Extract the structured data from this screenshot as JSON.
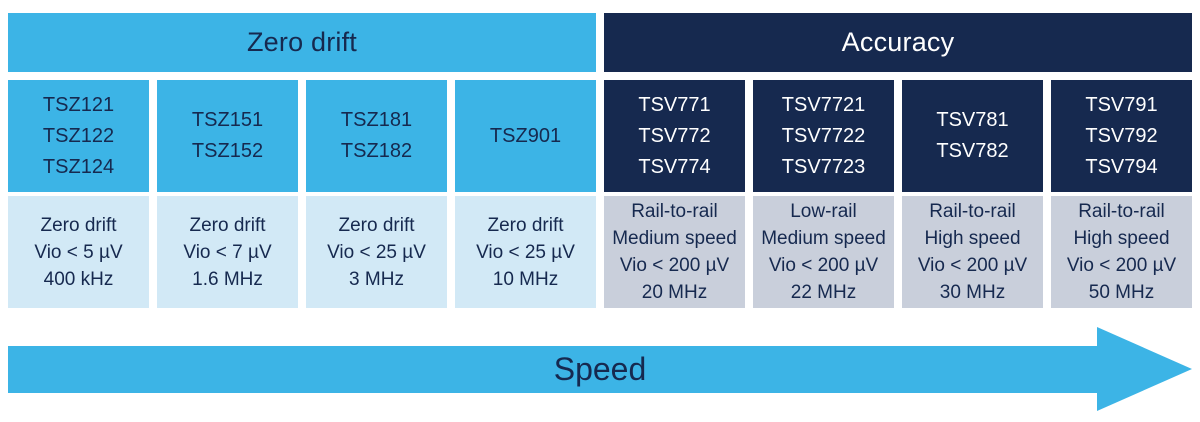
{
  "colors": {
    "cyan": "#3CB4E6",
    "navy": "#16294F",
    "lightblue": "#D2E9F6",
    "gray": "#C9CFDB",
    "text-navy": "#16294F",
    "text-white": "#FFFFFF",
    "page-bg": "#FFFFFF"
  },
  "headers": {
    "zero_drift": "Zero drift",
    "accuracy": "Accuracy"
  },
  "columns": [
    {
      "group": "zero_drift",
      "parts": [
        "TSZ121",
        "TSZ122",
        "TSZ124"
      ],
      "specs": [
        "Zero drift",
        "Vio < 5 µV",
        "400 kHz"
      ]
    },
    {
      "group": "zero_drift",
      "parts": [
        "TSZ151",
        "TSZ152"
      ],
      "specs": [
        "Zero drift",
        "Vio < 7 µV",
        "1.6 MHz"
      ]
    },
    {
      "group": "zero_drift",
      "parts": [
        "TSZ181",
        "TSZ182"
      ],
      "specs": [
        "Zero drift",
        "Vio < 25 µV",
        "3 MHz"
      ]
    },
    {
      "group": "zero_drift",
      "parts": [
        "TSZ901"
      ],
      "specs": [
        "Zero drift",
        "Vio < 25 µV",
        "10 MHz"
      ]
    },
    {
      "group": "accuracy",
      "parts": [
        "TSV771",
        "TSV772",
        "TSV774"
      ],
      "specs": [
        "Rail-to-rail",
        "Medium speed",
        "Vio < 200 µV",
        "20 MHz"
      ]
    },
    {
      "group": "accuracy",
      "parts": [
        "TSV7721",
        "TSV7722",
        "TSV7723"
      ],
      "specs": [
        "Low-rail",
        "Medium speed",
        "Vio < 200 µV",
        "22 MHz"
      ]
    },
    {
      "group": "accuracy",
      "parts": [
        "TSV781",
        "TSV782"
      ],
      "specs": [
        "Rail-to-rail",
        "High speed",
        "Vio < 200 µV",
        "30 MHz"
      ]
    },
    {
      "group": "accuracy",
      "parts": [
        "TSV791",
        "TSV792",
        "TSV794"
      ],
      "specs": [
        "Rail-to-rail",
        "High speed",
        "Vio < 200 µV",
        "50 MHz"
      ]
    }
  ],
  "arrow": {
    "label": "Speed"
  }
}
